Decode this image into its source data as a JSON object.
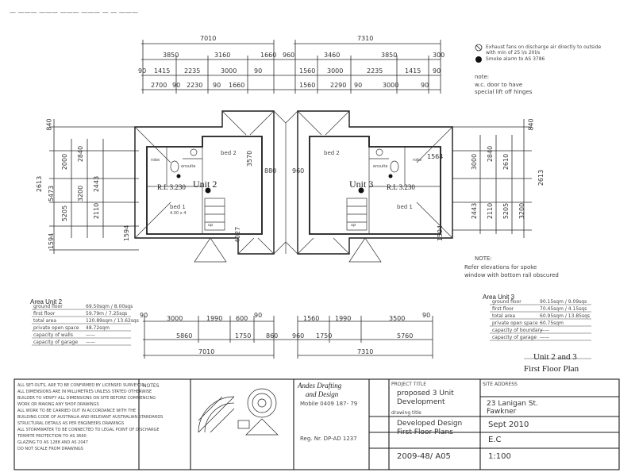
{
  "header_scribble": "— ——— ——— ——— ——— — — ———",
  "top_dims": {
    "left_overall": "7010",
    "right_overall": "7310",
    "row2": [
      "3850",
      "3160",
      "1660",
      "960",
      "3460",
      "3850",
      "300"
    ],
    "row3": [
      "90",
      "1415",
      "2235",
      "3000",
      "90",
      "1560",
      "3000",
      "2235",
      "1415",
      "90"
    ],
    "row4": [
      "2700",
      "90",
      "2230",
      "90",
      "1660",
      "1560",
      "2290",
      "90",
      "3000",
      "90"
    ]
  },
  "legend": {
    "exhaust": "Exhaust fans on discharge air directly to outside with min of 25 l/s 20l/s",
    "smoke": "Smoke alarm to AS 3786",
    "note_title": "note:",
    "note_lines": [
      "w.c. door to have",
      "special lift off hinges"
    ]
  },
  "left_dims": [
    "840",
    "2613",
    "5473",
    "1594"
  ],
  "left_inner_dims": [
    "2000",
    "2840",
    "1594",
    "5205",
    "3200",
    "2110",
    "2443"
  ],
  "right_dims": [
    "840",
    "2613",
    "1594"
  ],
  "right_inner_dims": [
    "3000",
    "2840",
    "2610",
    "2110",
    "5205",
    "3200",
    "2443"
  ],
  "plan": {
    "unit2": {
      "label": "Unit 2",
      "rl": "R.L 3.230",
      "bed1": "bed 1",
      "bed2": "bed 2",
      "ens": "ensuite",
      "robe": "robe",
      "stair": "up",
      "area": "4.00 x 4"
    },
    "unit3": {
      "label": "Unit 3",
      "rl": "R.L 3.230",
      "bed1": "bed 1",
      "bed2": "bed 2",
      "ens": "ensuite",
      "robe": "robe",
      "stair": "up"
    },
    "mid_dims": [
      "880",
      "960"
    ],
    "dim_3670": "3570",
    "dim_4027": "4027",
    "dim_1564": "1564"
  },
  "note2": {
    "title": "NOTE:",
    "lines": [
      "Refer elevations for spoke",
      "window with bottom rail obscured"
    ]
  },
  "area_unit2": {
    "title": "Area Unit 2",
    "rows": [
      [
        "ground floor",
        "69.50sqm / 8.00sqs"
      ],
      [
        "first floor",
        "59.79m / 7.25sqs"
      ],
      [
        "total area",
        "120.89sqm / 13.62sqs"
      ],
      [
        "private open space",
        "48.72sqm"
      ],
      [
        "capacity of walls",
        "——"
      ],
      [
        "capacity of garage",
        "——"
      ]
    ]
  },
  "area_unit3": {
    "title": "Area Unit 3",
    "rows": [
      [
        "ground floor",
        "90.15sqm / 9.09sqs"
      ],
      [
        "first floor",
        "70.45sqm / 4.15sqs"
      ],
      [
        "total area",
        "60.95sqm / 13.85sqs"
      ],
      [
        "private open space",
        "60.75sqm"
      ],
      [
        "capacity of boundary",
        "——"
      ],
      [
        "capacity of garage",
        "——"
      ]
    ]
  },
  "bottom_dims": {
    "left_row1": [
      "90",
      "3000",
      "1990",
      "600",
      "90"
    ],
    "right_row1": [
      "1560",
      "1990",
      "3500",
      "90"
    ],
    "row2": [
      "5860",
      "1750",
      "860",
      "960",
      "1750",
      "5760"
    ],
    "left_overall": "7010",
    "right_overall": "7310"
  },
  "sheet_title": {
    "line1": "Unit 2 and 3",
    "line2": "First Floor Plan"
  },
  "title_block": {
    "firm_name": "Andes Drafting",
    "firm_sub": "and Design",
    "phone": "Mobile 0409 187- 79",
    "reg": "Reg. Nr. DP-AD 1237",
    "project_label": "PROJECT TITLE",
    "project": "proposed 3 Unit",
    "project2": "Development",
    "site_label": "SITE ADDRESS",
    "site": "23 Lanigan St.",
    "site2": "Fawkner",
    "drawing_label": "drawing title",
    "drawing": "Developed Design",
    "drawing2": "First Floor Plans",
    "date": "Sept 2010",
    "drawn": "E.C",
    "job": "2009-48/ A05",
    "scale": "1:100",
    "notes_label": "NOTES",
    "notes": [
      "ALL SET-OUTS, ARE TO BE CONFIRMED BY LICENSED SURVEYOR",
      "ALL DIMENSIONS ARE IN MILLIMETRES UNLESS STATED OTHERWISE",
      "BUILDER TO VERIFY ALL DIMENSIONS ON SITE BEFORE COMMENCING",
      "WORK OR MAKING ANY SHOP DRAWINGS",
      "ALL WORK TO BE CARRIED OUT IN ACCORDANCE WITH THE",
      "BUILDING CODE OF AUSTRALIA AND RELEVANT AUSTRALIAN STANDARDS",
      "STRUCTURAL DETAILS AS PER ENGINEERS DRAWINGS",
      "ALL STORMWATER TO BE CONNECTED TO LEGAL POINT OF DISCHARGE",
      "TERMITE PROTECTION TO AS 3660",
      "GLAZING TO AS 1288 AND AS 2047",
      "DO NOT SCALE FROM DRAWINGS"
    ]
  },
  "colors": {
    "line": "#2a2a2a",
    "paper": "#ffffff"
  }
}
